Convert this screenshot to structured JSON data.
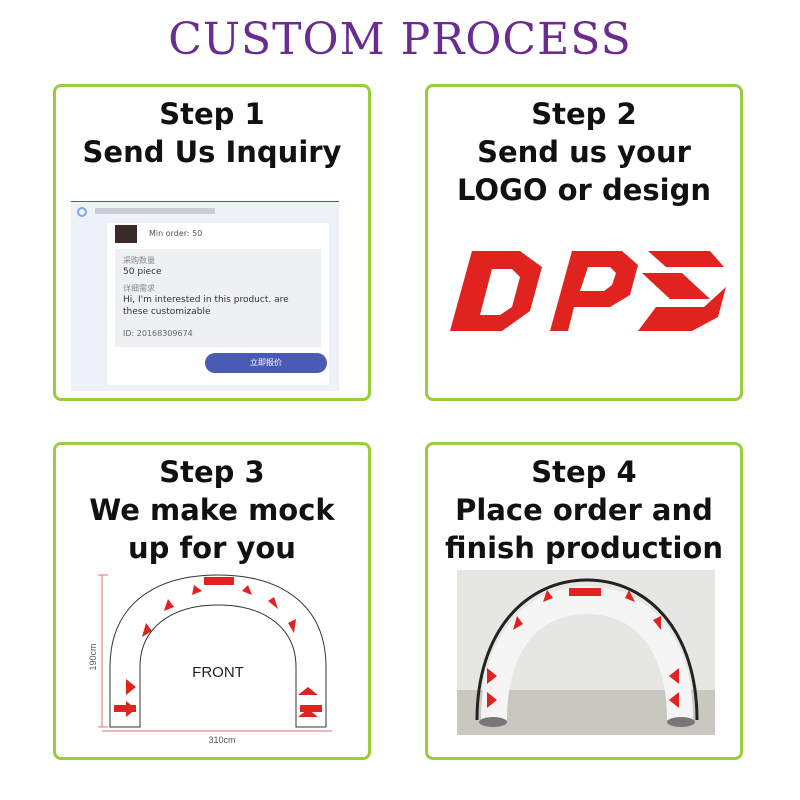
{
  "title": "CUSTOM PROCESS",
  "steps": [
    {
      "line1": "Step 1",
      "line2": "Send Us Inquiry"
    },
    {
      "line1": "Step 2",
      "line2": "Send us your",
      "line3": "LOGO or design"
    },
    {
      "line1": "Step 3",
      "line2": "We make mock",
      "line3": "up for you"
    },
    {
      "line1": "Step 4",
      "line2": "Place order and",
      "line3": "finish production"
    }
  ],
  "inquiry": {
    "min_order": "Min order: 50",
    "label_qty": "采购数量",
    "qty": "50 piece",
    "label_detail": "详细需求",
    "message": "Hi, I'm interested in this product. are these customizable",
    "id_text": "ID: 20168309674",
    "button": "立即报价"
  },
  "mockup": {
    "front_label": "FRONT",
    "height_label": "190cm",
    "width_label": "310cm"
  },
  "colors": {
    "title": "#6a2c91",
    "border": "#9acd3c",
    "logo_red": "#e0231e"
  }
}
